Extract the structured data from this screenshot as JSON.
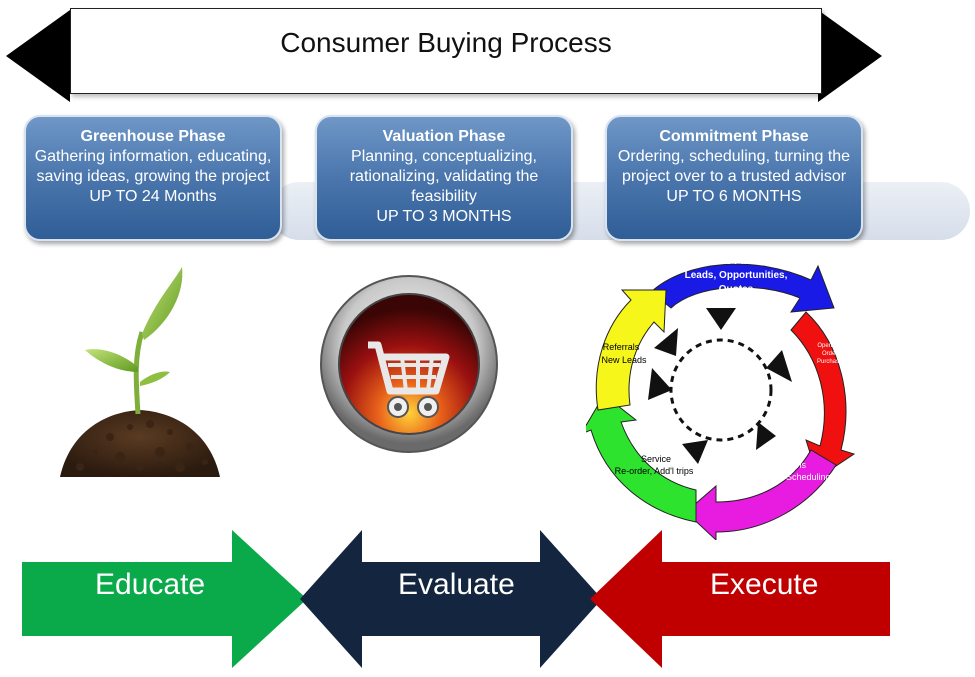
{
  "title": "Consumer Buying Process",
  "phases": [
    {
      "title": "Greenhouse Phase",
      "desc": "Gathering information, educating, saving ideas, growing the project",
      "duration": "UP TO 24 Months"
    },
    {
      "title": "Valuation Phase",
      "desc": "Planning, conceptualizing, rationalizing, validating the feasibility",
      "duration": "UP TO 3 MONTHS"
    },
    {
      "title": "Commitment Phase",
      "desc": "Ordering, scheduling, turning the project over to a trusted advisor",
      "duration": "UP TO 6 MONTHS"
    }
  ],
  "cycle": {
    "sales_funnel": "Sales Funnel",
    "sales_funnel_sub": "Leads, Opportunities,",
    "sales_funnel_sub2": "Quotes",
    "ops_orders": "Operations",
    "ops_orders_sub": "Orders,",
    "ops_orders_sub2": "Purchasing",
    "ops_receiving": "Operations",
    "ops_receiving_sub": "Receiving, Scheduling",
    "service": "Service",
    "service_sub": "Re-order, Add'l trips",
    "referrals": "Referrals",
    "referrals_sub": "New Leads"
  },
  "arrows": {
    "educate": "Educate",
    "evaluate": "Evaluate",
    "execute": "Execute"
  },
  "colors": {
    "phase_box": "#4a76ad",
    "educate": "#0aa94a",
    "evaluate": "#14263f",
    "execute": "#c00000",
    "cycle_blue": "#1a1ae6",
    "cycle_red": "#f01010",
    "cycle_magenta": "#e81ce0",
    "cycle_green": "#2ee32e",
    "cycle_yellow": "#f6f61a"
  }
}
